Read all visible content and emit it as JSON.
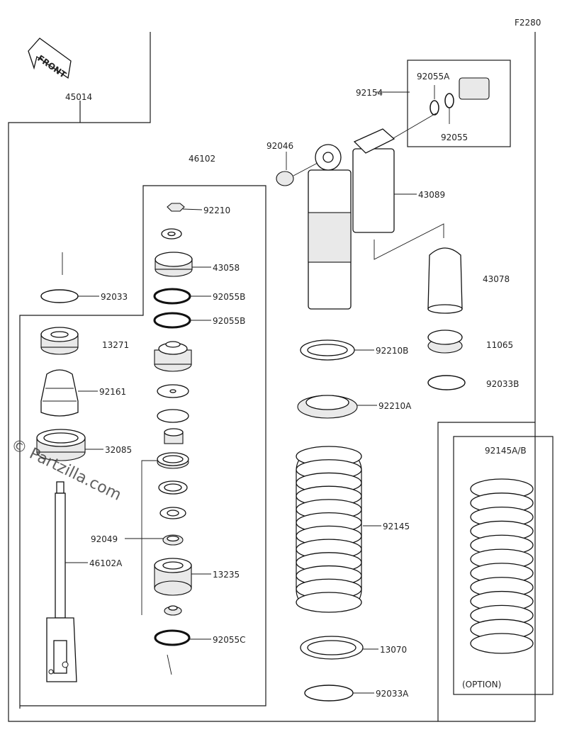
{
  "figure_code": "F2280",
  "front_label": "FRONT",
  "watermark": "© Partzilla.com",
  "option_label": "(OPTION)",
  "parts": {
    "p45014": "45014",
    "p46102": "46102",
    "p92210": "92210",
    "p43058": "43058",
    "p92033": "92033",
    "p92055B_1": "92055B",
    "p92055B_2": "92055B",
    "p13271": "13271",
    "p92161": "92161",
    "p32085": "32085",
    "p92049": "92049",
    "p46102A": "46102A",
    "p13235": "13235",
    "p92055C": "92055C",
    "p92154": "92154",
    "p92055A": "92055A",
    "p92055": "92055",
    "p92046": "92046",
    "p43089": "43089",
    "p43078": "43078",
    "p92210B": "92210B",
    "p11065": "11065",
    "p92033B": "92033B",
    "p92210A": "92210A",
    "p92145": "92145",
    "p13070": "13070",
    "p92033A": "92033A",
    "p92145AB": "92145A/B"
  }
}
